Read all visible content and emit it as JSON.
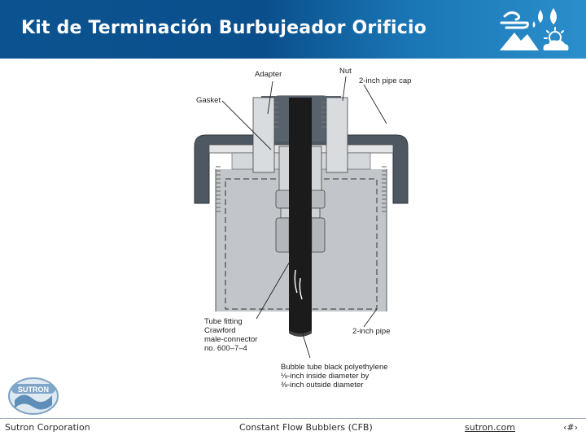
{
  "slide": {
    "title": "Kit de Terminación Burbujeador Orificio"
  },
  "figure": {
    "labels": {
      "adapter": "Adapter",
      "nut": "Nut",
      "pipe_cap": "2-inch pipe cap",
      "gasket": "Gasket",
      "tube_fitting_1": "Tube fitting",
      "tube_fitting_2": "Crawford",
      "tube_fitting_3": "male-connector",
      "tube_fitting_4": "no. 600–7–4",
      "pipe": "2-inch pipe",
      "bubble_1": "Bubble tube black polyethylene",
      "bubble_2": "⅛-inch inside diameter by",
      "bubble_3": "⅜-inch outside diameter"
    }
  },
  "logos": {
    "sutron_text": "SUTRON"
  },
  "footer": {
    "company": "Sutron Corporation",
    "topic": "Constant Flow Bubblers (CFB)",
    "website": "sutron.com",
    "page": "‹#›"
  },
  "colors": {
    "header": "#0b5390",
    "cap_dark": "#4a5560",
    "pipe_gray": "#bfc4c8"
  }
}
